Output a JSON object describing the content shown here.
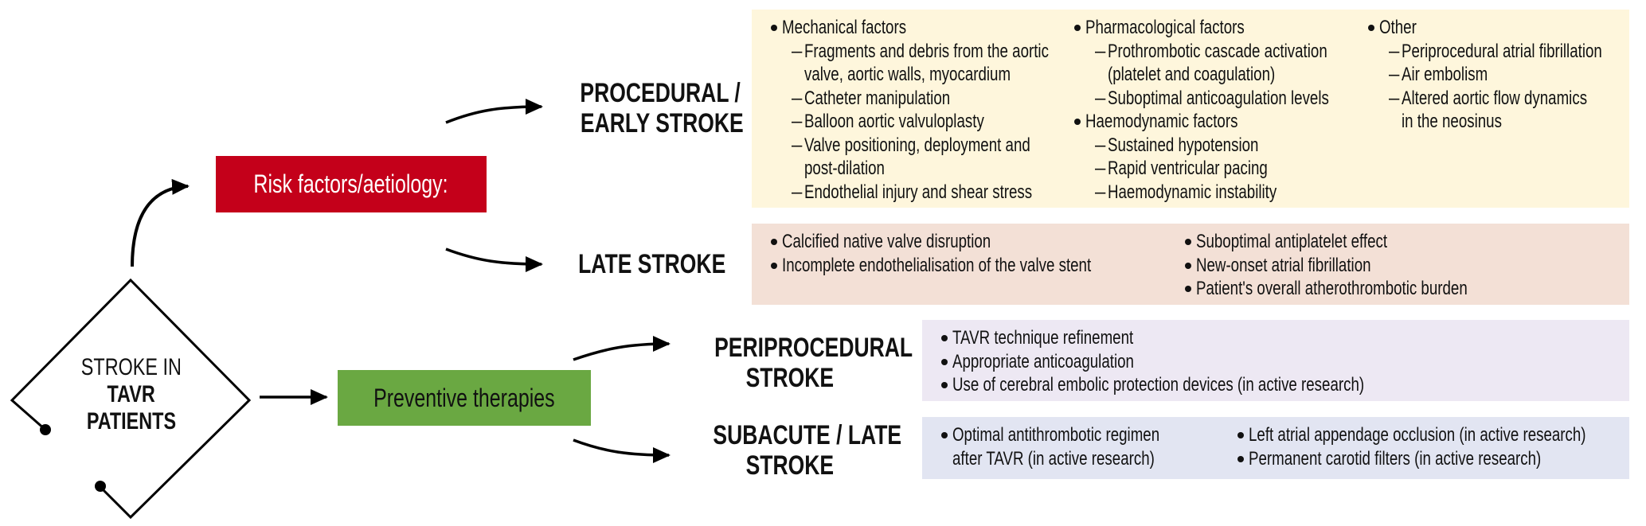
{
  "hub": {
    "line1": "STROKE IN",
    "line2": "TAVR",
    "line3": "PATIENTS"
  },
  "risk_box": {
    "label": "Risk factors/aetiology:",
    "color": "#C4001A"
  },
  "preventive_box": {
    "label": "Preventive therapies",
    "color": "#6AA842"
  },
  "stroke_types": {
    "procedural": {
      "line1": "PROCEDURAL /",
      "line2": "EARLY STROKE"
    },
    "late": {
      "line1": "LATE STROKE"
    },
    "periprocedural": {
      "line1": "PERIPROCEDURAL",
      "line2": "STROKE"
    },
    "subacute": {
      "line1": "SUBACUTE / LATE",
      "line2": "STROKE"
    }
  },
  "panels": {
    "procedural": {
      "color": "#FEF6DC",
      "columns": [
        {
          "groups": [
            {
              "title": "Mechanical factors",
              "items": [
                [
                  "Fragments and debris from the aortic",
                  "valve, aortic walls, myocardium"
                ],
                [
                  "Catheter manipulation"
                ],
                [
                  "Balloon aortic valvuloplasty"
                ],
                [
                  "Valve positioning, deployment and",
                  "post-dilation"
                ],
                [
                  "Endothelial injury and shear stress"
                ]
              ]
            }
          ]
        },
        {
          "groups": [
            {
              "title": "Pharmacological factors",
              "items": [
                [
                  "Prothrombotic cascade activation",
                  "(platelet and coagulation)"
                ],
                [
                  "Suboptimal anticoagulation levels"
                ]
              ]
            },
            {
              "title": "Haemodynamic factors",
              "items": [
                [
                  "Sustained hypotension"
                ],
                [
                  "Rapid ventricular pacing"
                ],
                [
                  "Haemodynamic instability"
                ]
              ]
            }
          ]
        },
        {
          "groups": [
            {
              "title": "Other",
              "items": [
                [
                  "Periprocedural atrial fibrillation"
                ],
                [
                  "Air embolism"
                ],
                [
                  "Altered aortic flow dynamics",
                  "in the neosinus"
                ]
              ]
            }
          ]
        }
      ]
    },
    "late": {
      "color": "#F3E0D6",
      "columns": [
        [
          "Calcified native valve disruption",
          "Incomplete endothelialisation of the valve stent"
        ],
        [
          "Suboptimal antiplatelet effect",
          "New-onset atrial fibrillation",
          "Patient's overall atherothrombotic burden"
        ]
      ]
    },
    "periprocedural": {
      "color": "#EDE8F3",
      "items": [
        "TAVR technique refinement",
        "Appropriate anticoagulation",
        "Use of cerebral embolic protection devices (in active research)"
      ]
    },
    "subacute": {
      "color": "#E2E5F2",
      "columns": [
        [
          [
            "Optimal antithrombotic regimen",
            "after TAVR (in active research)"
          ]
        ],
        [
          [
            "Left atrial appendage occlusion (in active research)"
          ],
          [
            "Permanent carotid filters (in active research)"
          ]
        ]
      ]
    }
  }
}
